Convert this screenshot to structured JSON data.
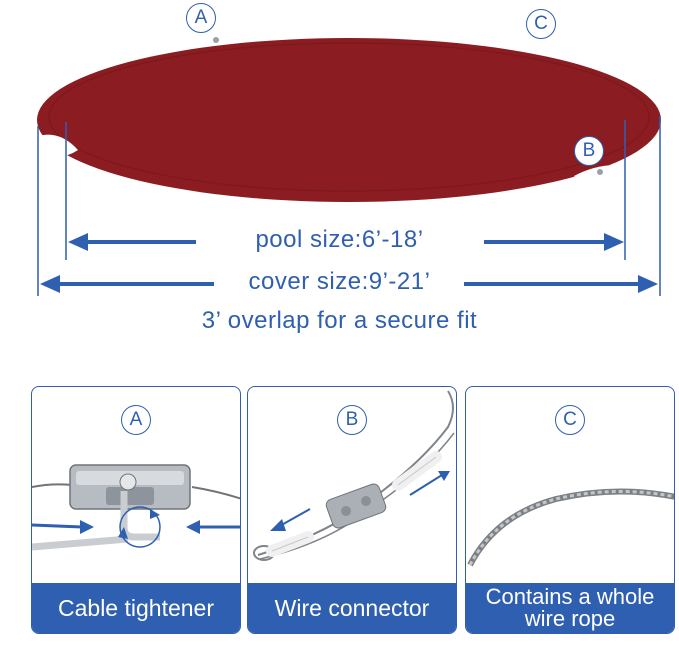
{
  "labels": {
    "a": "A",
    "b": "B",
    "c": "C"
  },
  "dimensions": {
    "pool_size": "pool size:6’-18’",
    "cover_size": "cover size:9’-21’",
    "overlap": "3’ overlap for a secure fit"
  },
  "panels": [
    {
      "badge": "A",
      "caption": "Cable tightener"
    },
    {
      "badge": "B",
      "caption": "Wire connector"
    },
    {
      "badge": "C",
      "caption": "Contains a whole wire rope"
    }
  ],
  "colors": {
    "cover": "#8b1d22",
    "accent": "#2f5fb0"
  }
}
